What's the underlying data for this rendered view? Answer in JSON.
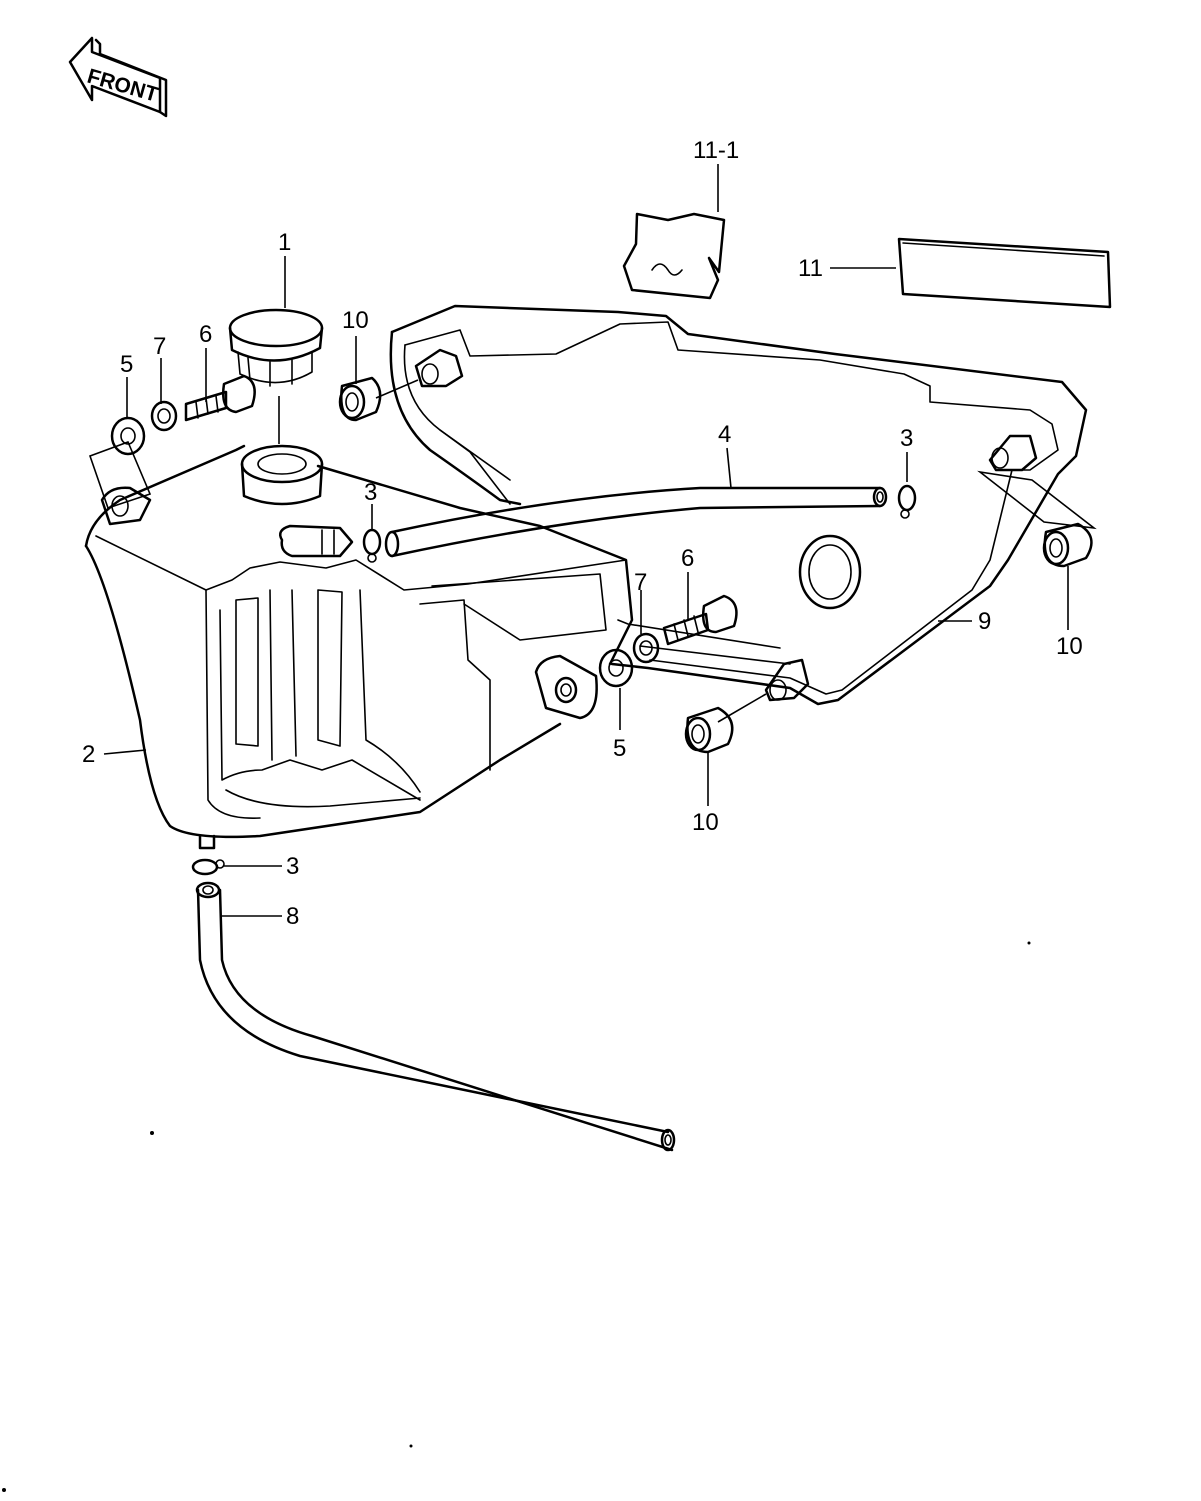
{
  "diagram": {
    "direction_badge": "FRONT",
    "callouts": {
      "part_1": "1",
      "part_2": "2",
      "part_3_upper": "3",
      "part_3_right": "3",
      "part_3_lower": "3",
      "part_4": "4",
      "part_5_left": "5",
      "part_5_right": "5",
      "part_6_left": "6",
      "part_6_right": "6",
      "part_7_left": "7",
      "part_7_right": "7",
      "part_8": "8",
      "part_9": "9",
      "part_10_top": "10",
      "part_10_right": "10",
      "part_10_bottom": "10",
      "part_11": "11",
      "part_11_1": "11-1"
    }
  }
}
